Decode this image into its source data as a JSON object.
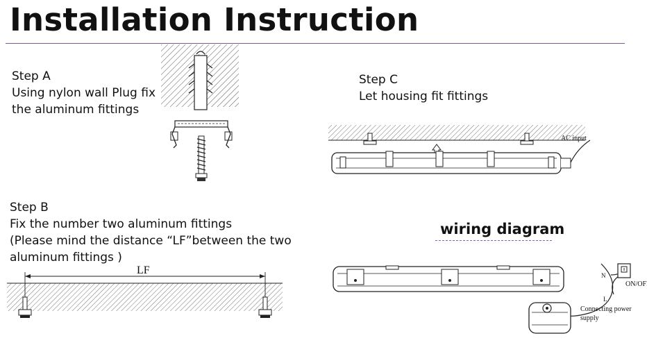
{
  "title": "Installation Instruction",
  "steps": {
    "a": {
      "heading": "Step A",
      "line1": "Using nylon wall Plug fix",
      "line2": "the aluminum fittings"
    },
    "b": {
      "heading": "Step B",
      "line1": "Fix the number two aluminum fittings",
      "line2": "(Please mind the distance “LF”between the two",
      "line3": "aluminum fittings )"
    },
    "c": {
      "heading": "Step C",
      "line1": "Let housing fit fittings"
    }
  },
  "labels": {
    "lf": "LF",
    "ac_input": "AC input",
    "neutral": "N",
    "live": "L",
    "on_off": "ON/OFF",
    "connecting_line1": "Connecting power",
    "connecting_line2": "supply"
  },
  "wiring": {
    "title": "wiring diagram"
  },
  "colors": {
    "rule": "#7b5a8e",
    "dash": "#8a5ea8",
    "ink": "#111111"
  }
}
